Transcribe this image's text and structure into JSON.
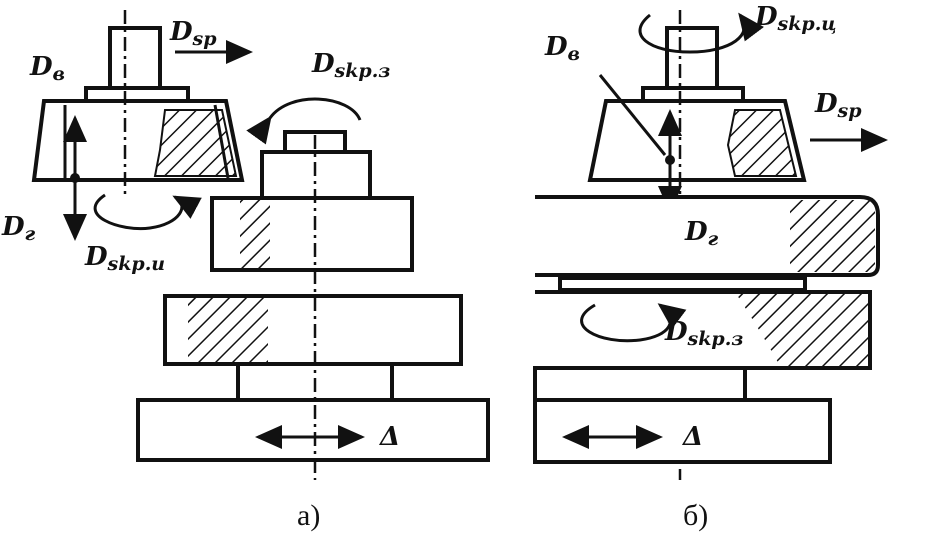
{
  "figure_a": {
    "caption": "а)",
    "labels": {
      "feed_radial": {
        "main": "D",
        "sub": "sp"
      },
      "reciprocating": {
        "main": "D",
        "sub": "в"
      },
      "return": {
        "main": "D",
        "sub": "г"
      },
      "rotation_tool": {
        "main": "D",
        "sub": "skp.u"
      },
      "rotation_workpiece": {
        "main": "D",
        "sub": "skp.з"
      },
      "delta": "Δ"
    }
  },
  "figure_b": {
    "caption": "б)",
    "labels": {
      "feed_radial": {
        "main": "D",
        "sub": "sp"
      },
      "reciprocating": {
        "main": "D",
        "sub": "в"
      },
      "return": {
        "main": "D",
        "sub": "г"
      },
      "rotation_tool": {
        "main": "D",
        "sub": "skp.ц"
      },
      "rotation_workpiece": {
        "main": "D",
        "sub": "skp.з"
      },
      "delta": "Δ"
    }
  }
}
